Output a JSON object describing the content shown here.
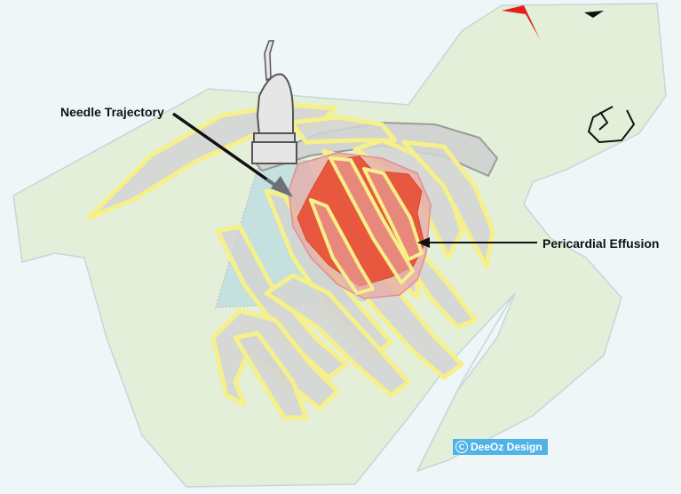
{
  "labels": {
    "needle_trajectory": "Needle Trajectory",
    "pericardial_effusion": "Pericardial Effusion"
  },
  "watermark": {
    "symbol": "C",
    "text": "DeeOz Design"
  },
  "colors": {
    "skin": "#e3efd9",
    "rib_outline": "#f6f08a",
    "rib_fill": "#d2d4d2",
    "heart": "#e8583f",
    "effusion": "#e8a9a6",
    "ultrasound_beam": "#b9dbe0",
    "watermark_bg": "#4fb3e8"
  }
}
